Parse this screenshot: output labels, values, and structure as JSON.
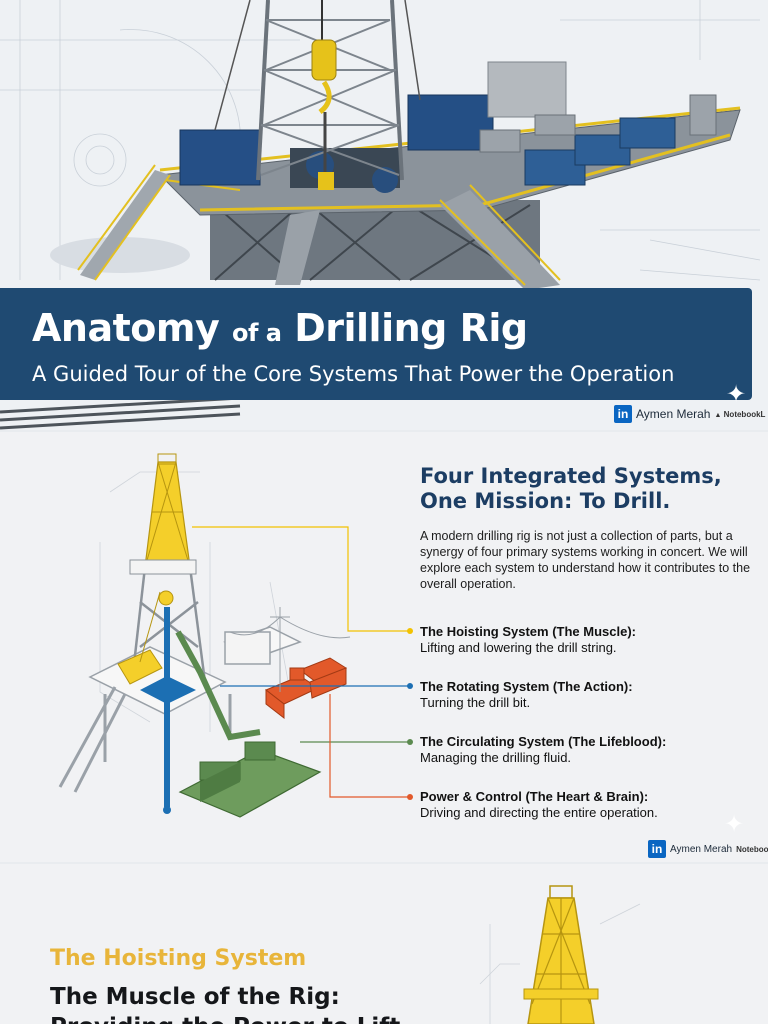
{
  "slide1": {
    "title_part1": "Anatomy",
    "title_part2": "of a",
    "title_part3": "Drilling Rig",
    "subtitle": "A Guided Tour of the Core Systems That Power the Operation",
    "credit": {
      "icon": "linkedin-icon",
      "icon_text": "in",
      "name": "Aymen Merah",
      "tool": "NotebookL"
    }
  },
  "slide2": {
    "heading": "Four Integrated Systems, One Mission: To Drill.",
    "body": "A modern drilling rig is not just a collection of parts, but a synergy of four primary systems working in concert. We will explore each system to understand how it contributes to the overall operation.",
    "systems": [
      {
        "title": "The Hoisting System (The Muscle):",
        "desc": "Lifting and lowering the drill string.",
        "color": "#f2c200"
      },
      {
        "title": "The Rotating System (The Action):",
        "desc": "Turning the drill bit.",
        "color": "#1c6fb3"
      },
      {
        "title": "The Circulating System (The Lifeblood):",
        "desc": "Managing the drilling fluid.",
        "color": "#5b8a4f"
      },
      {
        "title": "Power & Control (The Heart & Brain):",
        "desc": "Driving and directing the entire operation.",
        "color": "#e2592a"
      }
    ],
    "credit": {
      "icon": "linkedin-icon",
      "icon_text": "in",
      "name": "Aymen Merah",
      "tool": "NotebookL"
    }
  },
  "slide3": {
    "kicker": "The Hoisting System",
    "title": "The Muscle of the Rig: Providing the Power to Lift"
  },
  "colors": {
    "banner": "#1f4a72",
    "heading_blue": "#1c3d63",
    "accent_yellow": "#e8b53a"
  }
}
